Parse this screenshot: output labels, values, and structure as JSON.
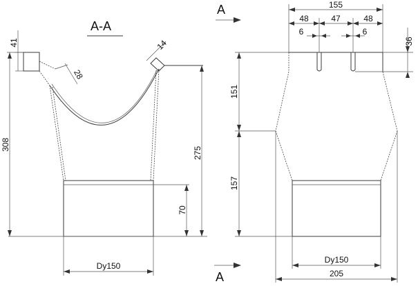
{
  "section_title": "A-A",
  "section_mark": "A",
  "left_view": {
    "dim_41": "41",
    "dim_14": "14",
    "dim_28": "28",
    "dim_308": "308",
    "dim_275": "275",
    "dim_70": "70",
    "dim_dy": "Dy150"
  },
  "right_view": {
    "dim_155": "155",
    "dim_48_left": "48",
    "dim_47": "47",
    "dim_48_right": "48",
    "dim_6_left": "6",
    "dim_6_right": "6",
    "dim_36": "36",
    "dim_151": "151",
    "dim_157": "157",
    "dim_dy": "Dy150",
    "dim_205": "205"
  }
}
